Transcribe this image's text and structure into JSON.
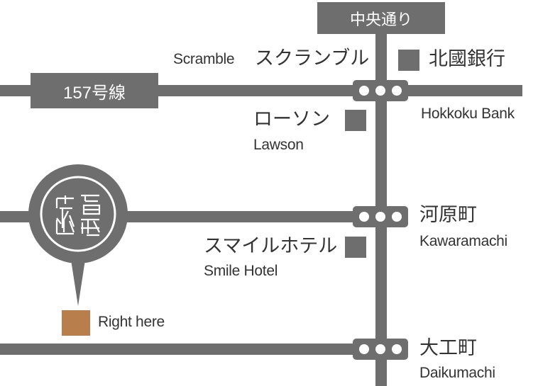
{
  "map": {
    "roads": {
      "avenue_label": "中央通り",
      "route_label": "157号線"
    },
    "landmarks": {
      "scramble_en": "Scramble",
      "scramble_jp": "スクランブル",
      "hokkoku_jp": "北國銀行",
      "hokkoku_en": "Hokkoku Bank",
      "lawson_jp": "ローソン",
      "lawson_en": "Lawson",
      "kawaramachi_jp": "河原町",
      "kawaramachi_en": "Kawaramachi",
      "smile_jp": "スマイルホテル",
      "smile_en": "Smile Hotel",
      "daikumachi_jp": "大工町",
      "daikumachi_en": "Daikumachi"
    },
    "location": {
      "label": "Right here",
      "marker_color": "#b87f4d"
    },
    "colors": {
      "road": "#6f6e6e",
      "text": "#333333",
      "background": "#ffffff"
    },
    "icons": [
      "traffic-signal-icon",
      "landmark-square-icon",
      "location-pin-icon"
    ]
  }
}
